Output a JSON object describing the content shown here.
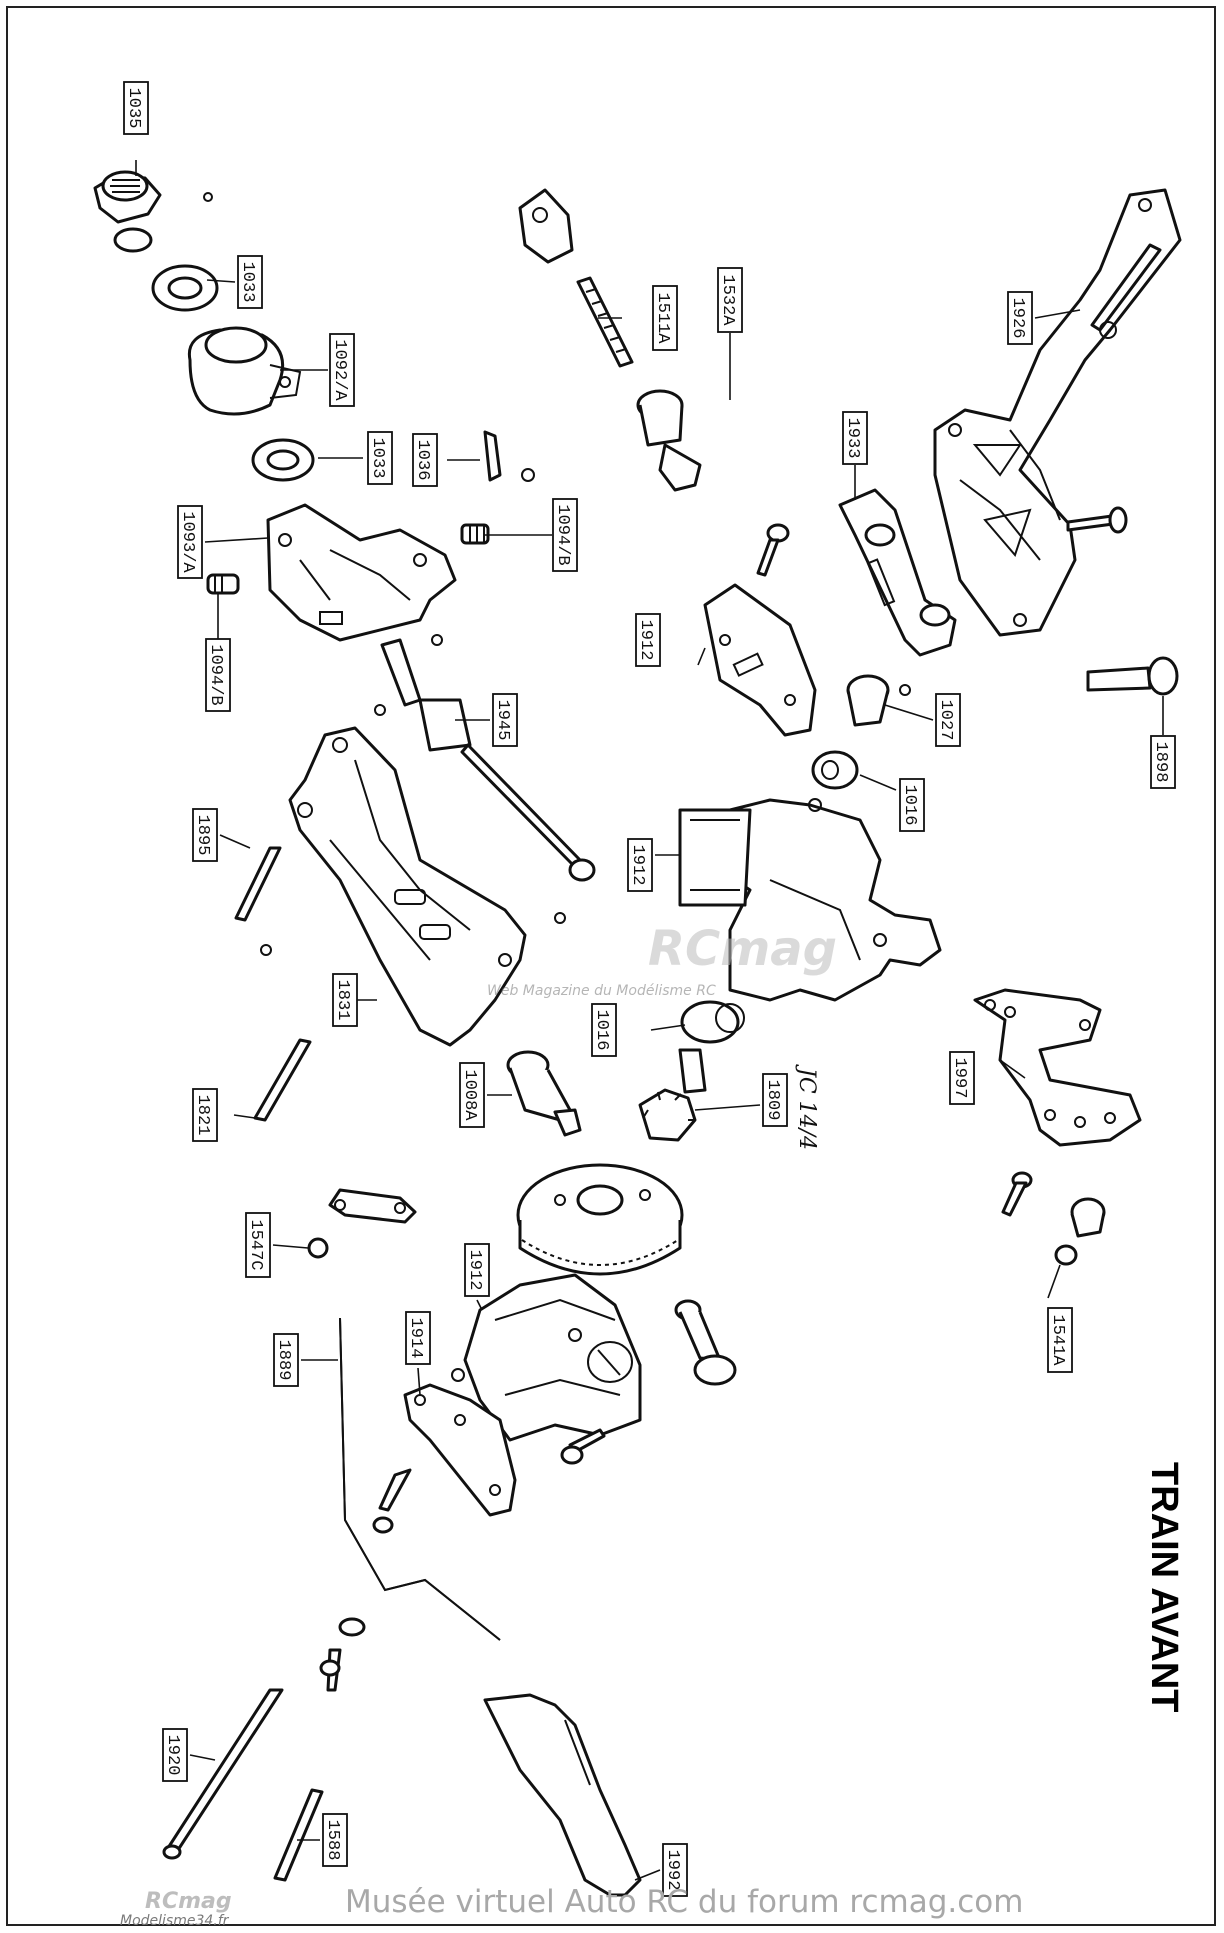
{
  "title": "TRAIN AVANT",
  "handwritten_note": "JC 14/4",
  "part_labels": {
    "p1035": "1035",
    "p1033a": "1033",
    "p1092a": "1092/A",
    "p1033b": "1033",
    "p1036": "1036",
    "p1094b_top": "1094/B",
    "p1093a": "1093/A",
    "p1094b_left": "1094/B",
    "p1945": "1945",
    "p1895": "1895",
    "p1831": "1831",
    "p1821": "1821",
    "p1008a": "1008A",
    "p1547c": "1547C",
    "p1912_bottom": "1912",
    "p1914": "1914",
    "p1889": "1889",
    "p1920": "1920",
    "p1588": "1588",
    "p1992": "1992",
    "p1511a": "1511A",
    "p1532a": "1532A",
    "p1926": "1926",
    "p1933": "1933",
    "p1912_top": "1912",
    "p1027": "1027",
    "p1898": "1898",
    "p1016a": "1016",
    "p1912_mid": "1912",
    "p1016b": "1016",
    "p1809": "1809",
    "p1997": "1997",
    "p1541a": "1541A"
  },
  "watermark": {
    "center_logo": "RCmag",
    "center_sub": "Web Magazine du Modélisme RC",
    "footer_logo": "RCmag",
    "footer_site": "Modelisme34.fr",
    "footer_text": "Musée virtuel Auto RC du forum rcmag.com"
  }
}
